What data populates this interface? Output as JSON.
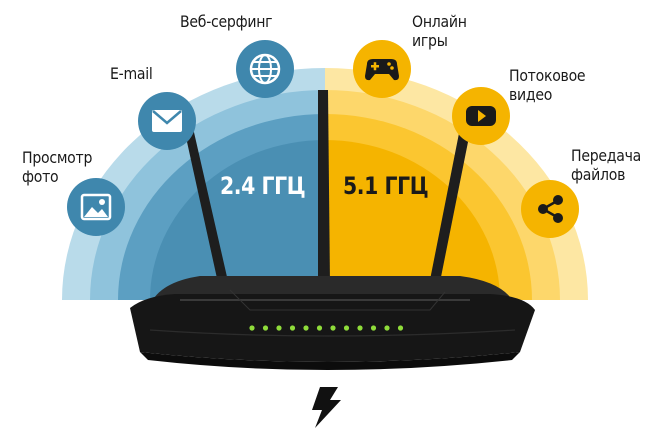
{
  "bands": {
    "low": {
      "label": "2.4 ГГЦ",
      "color": "#4a8fb3"
    },
    "high": {
      "label": "5.1 ГГЦ",
      "color": "#f5b400"
    }
  },
  "icons": [
    {
      "name": "photo-icon",
      "label_lines": [
        "Просмотр",
        "фото"
      ],
      "color": "#3f87ad"
    },
    {
      "name": "email-icon",
      "label": "E-mail",
      "color": "#3f87ad"
    },
    {
      "name": "globe-icon",
      "label": "Веб-серфинг",
      "color": "#3f87ad"
    },
    {
      "name": "gamepad-icon",
      "label_lines": [
        "Онлайн",
        "игры"
      ],
      "color": "#f5b400"
    },
    {
      "name": "video-play-icon",
      "label_lines": [
        "Потоковое",
        "видео"
      ],
      "color": "#f5b400"
    },
    {
      "name": "share-icon",
      "label_lines": [
        "Передача",
        "файлов"
      ],
      "color": "#f5b400"
    }
  ],
  "router": {
    "led_count": 12,
    "led_color": "#8fdc3a"
  },
  "power_icon": "lightning-icon"
}
